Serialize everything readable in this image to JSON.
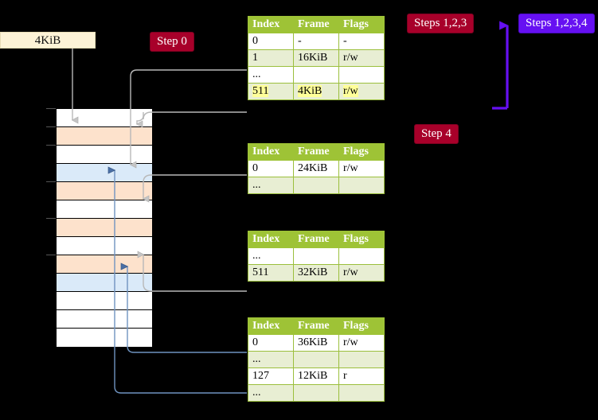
{
  "diagram": {
    "title_hidden": "",
    "size_label": "4KiB",
    "badges": {
      "step0": "Step 0",
      "steps123": "Steps 1,2,3",
      "steps1234": "Steps 1,2,3,4",
      "step4": "Step 4"
    },
    "colors": {
      "background": "#000000",
      "table_header": "#9ec336",
      "table_alt_row": "#e8eed3",
      "highlight": "#ffff99",
      "badge_red": "#a8002a",
      "badge_purple": "#6610f2",
      "size_label_bg": "#fdf3d7",
      "mem_orange": "#fde2cc",
      "mem_blue": "#daeaf9",
      "connector_gray": "#b8b8b8",
      "connector_blue": "#6f93c0"
    },
    "columns": [
      "Index",
      "Frame",
      "Flags"
    ],
    "tables": [
      {
        "name": "pml4-table",
        "rows": [
          {
            "index": "0",
            "frame": "-",
            "flags": "-",
            "style": "plain",
            "highlight": false
          },
          {
            "index": "1",
            "frame": "16KiB",
            "flags": "r/w",
            "style": "alt",
            "highlight": false
          },
          {
            "index": "...",
            "frame": "",
            "flags": "",
            "style": "plain",
            "highlight": false
          },
          {
            "index": "511",
            "frame": "4KiB",
            "flags": "r/w",
            "style": "alt",
            "highlight": true
          }
        ]
      },
      {
        "name": "pdp-table",
        "rows": [
          {
            "index": "0",
            "frame": "24KiB",
            "flags": "r/w",
            "style": "plain",
            "highlight": false
          },
          {
            "index": "...",
            "frame": "",
            "flags": "",
            "style": "alt",
            "highlight": false
          }
        ]
      },
      {
        "name": "pd-table",
        "rows": [
          {
            "index": "...",
            "frame": "",
            "flags": "",
            "style": "plain",
            "highlight": false
          },
          {
            "index": "511",
            "frame": "32KiB",
            "flags": "r/w",
            "style": "alt",
            "highlight": false
          }
        ]
      },
      {
        "name": "pt-table",
        "rows": [
          {
            "index": "0",
            "frame": "36KiB",
            "flags": "r/w",
            "style": "plain",
            "highlight": false
          },
          {
            "index": "...",
            "frame": "",
            "flags": "",
            "style": "alt",
            "highlight": false
          },
          {
            "index": "127",
            "frame": "12KiB",
            "flags": "r",
            "style": "plain",
            "highlight": false
          },
          {
            "index": "...",
            "frame": "",
            "flags": "",
            "style": "alt",
            "highlight": false
          }
        ]
      }
    ],
    "memory_column": {
      "name": "physical-memory-column",
      "frames": [
        {
          "fill": "white"
        },
        {
          "fill": "orange"
        },
        {
          "fill": "white"
        },
        {
          "fill": "blue"
        },
        {
          "fill": "orange"
        },
        {
          "fill": "white"
        },
        {
          "fill": "orange"
        },
        {
          "fill": "white"
        },
        {
          "fill": "orange"
        },
        {
          "fill": "blue"
        },
        {
          "fill": "white"
        },
        {
          "fill": "white"
        },
        {
          "fill": "white"
        }
      ]
    }
  }
}
